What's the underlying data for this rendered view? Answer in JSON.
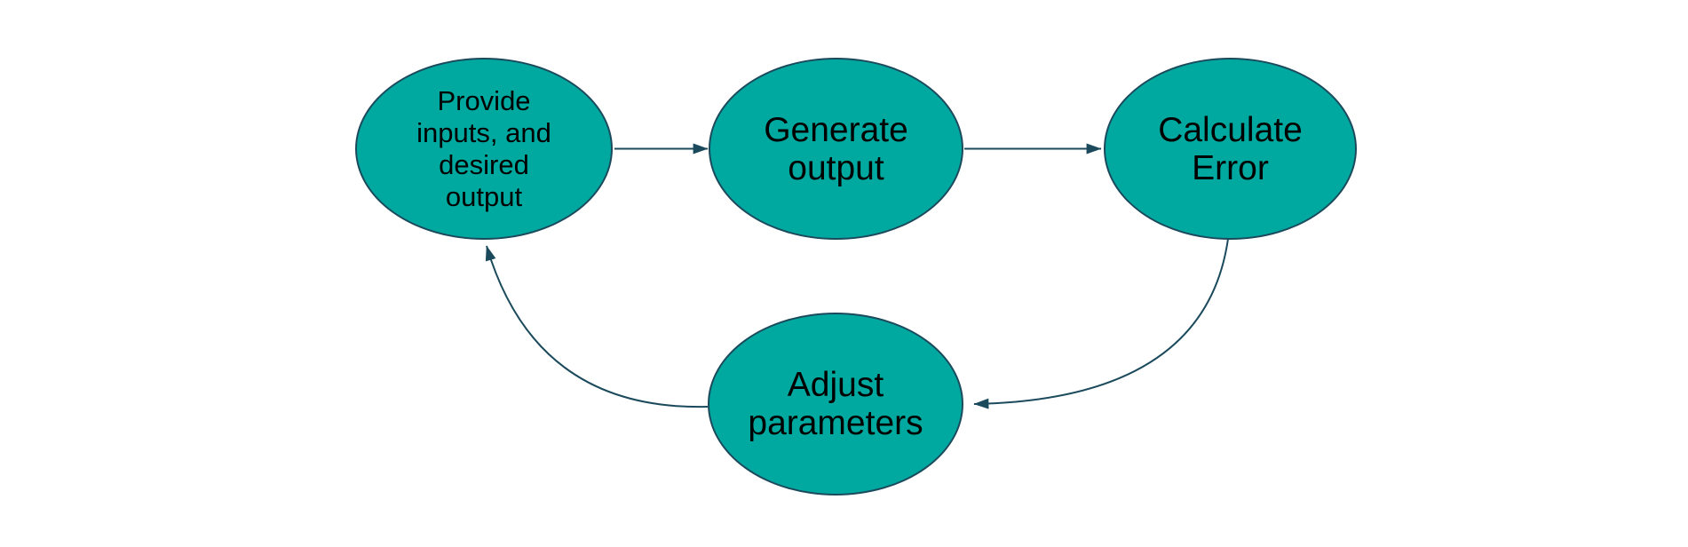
{
  "diagram": {
    "type": "flowchart-cycle",
    "background": "#FFFFFF",
    "colors": {
      "node_fill": "#00A9A0",
      "node_stroke": "#1B4A5C",
      "arrow": "#1B4A5C",
      "text": "#000000"
    },
    "nodes": [
      {
        "id": "provide-inputs",
        "label": "Provide\ninputs, and\ndesired\noutput"
      },
      {
        "id": "generate-output",
        "label": "Generate\noutput"
      },
      {
        "id": "calculate-error",
        "label": "Calculate\nError"
      },
      {
        "id": "adjust-parameters",
        "label": "Adjust\nparameters"
      }
    ],
    "edges": [
      {
        "from": "provide-inputs",
        "to": "generate-output",
        "style": "straight"
      },
      {
        "from": "generate-output",
        "to": "calculate-error",
        "style": "straight"
      },
      {
        "from": "calculate-error",
        "to": "adjust-parameters",
        "style": "curved"
      },
      {
        "from": "adjust-parameters",
        "to": "provide-inputs",
        "style": "curved"
      }
    ]
  }
}
